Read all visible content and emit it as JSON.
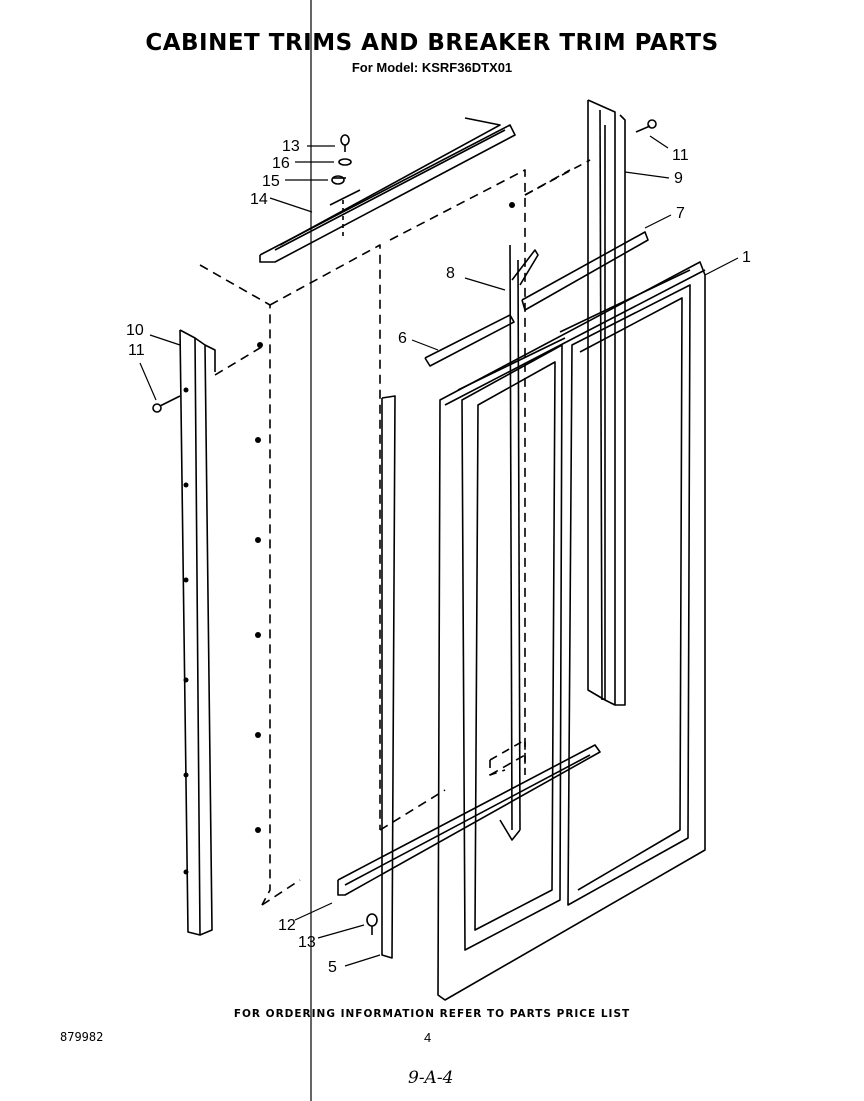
{
  "title": "CABINET TRIMS AND BREAKER TRIM PARTS",
  "subtitle": "For Model: KSRF36DTX01",
  "order_note": "FOR ORDERING INFORMATION REFER TO PARTS PRICE LIST",
  "doc_number": "879982",
  "page_number": "4",
  "handwritten_note": "9-A-4",
  "callouts": [
    {
      "id": "13-top",
      "label": "13"
    },
    {
      "id": "16",
      "label": "16"
    },
    {
      "id": "15",
      "label": "15"
    },
    {
      "id": "14",
      "label": "14"
    },
    {
      "id": "11-top",
      "label": "11"
    },
    {
      "id": "9",
      "label": "9"
    },
    {
      "id": "7",
      "label": "7"
    },
    {
      "id": "1",
      "label": "1"
    },
    {
      "id": "8",
      "label": "8"
    },
    {
      "id": "6",
      "label": "6"
    },
    {
      "id": "10",
      "label": "10"
    },
    {
      "id": "11-left",
      "label": "11"
    },
    {
      "id": "12",
      "label": "12"
    },
    {
      "id": "13-bottom",
      "label": "13"
    },
    {
      "id": "5",
      "label": "5"
    }
  ]
}
